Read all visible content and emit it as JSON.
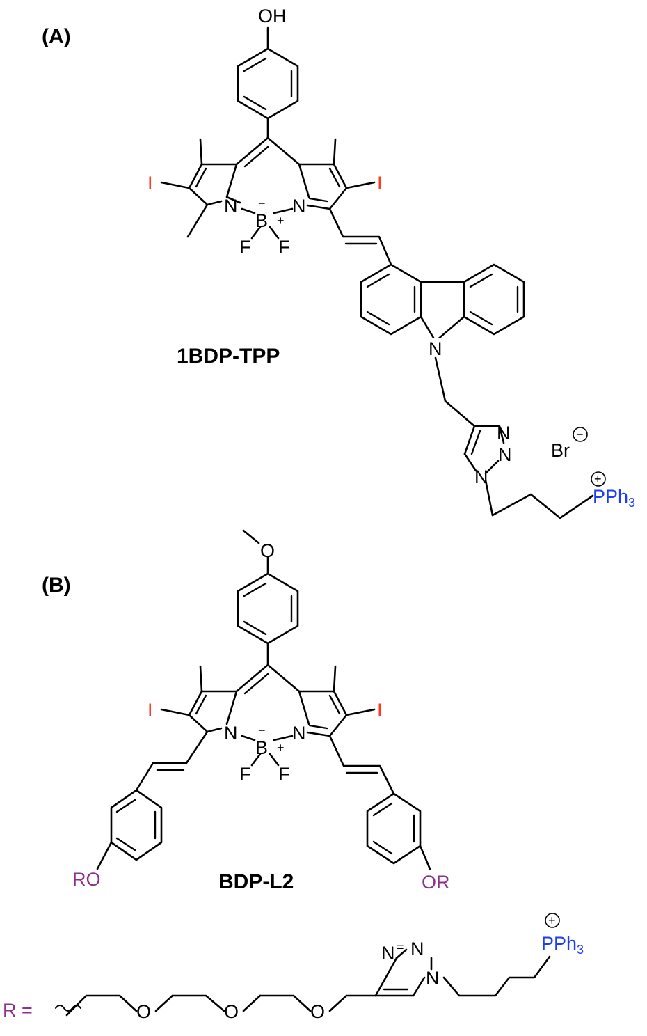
{
  "panels": {
    "a": {
      "label": "(A)",
      "compound": "1BDP-TPP"
    },
    "b": {
      "label": "(B)",
      "compound": "BDP-L2"
    }
  },
  "atoms": {
    "oh": "OH",
    "o": "O",
    "n": "N",
    "b": "B",
    "f": "F",
    "iodo": "I",
    "bromide": "Br",
    "pph3_main": "PPh",
    "pph3_sub": "3",
    "ro": "RO",
    "or": "OR",
    "r_eq": "R =",
    "plus": "+",
    "minus": "−"
  },
  "colors": {
    "iodine": "#ff3b1f",
    "phosphonium": "#1d3df5",
    "r_group": "#8e2e8e"
  }
}
